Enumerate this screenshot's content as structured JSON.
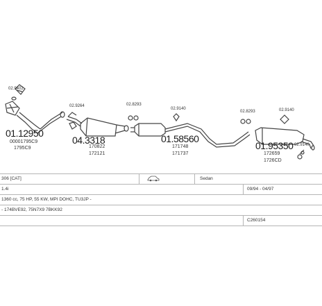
{
  "parts": [
    {
      "number": "01.12950",
      "refs": [
        "00001795C9",
        "1795C9"
      ],
      "clamp": "02.9402"
    },
    {
      "number": "04.3318",
      "refs": [
        "170822",
        "172121"
      ],
      "clamp": "02.9264"
    },
    {
      "number": "01.58560",
      "refs": [
        "171748",
        "171737"
      ],
      "clamps": [
        "02.8293",
        "02.9140"
      ]
    },
    {
      "number": "01.95350",
      "refs": [
        "172659",
        "1726CD"
      ],
      "clamps": [
        "02.8293",
        "02.9140",
        "02.9140"
      ]
    }
  ],
  "vehicle": {
    "model": "306 [CAT]",
    "body_type": "Sedan",
    "engine": "1.4i",
    "period": "09/94 - 04/97",
    "specs": "1360 cc, 75 HP, 55 KW, MPI DOHC, TU3JP -",
    "codes": "- 174BVE92, 75N7X9 7BKK92",
    "catalog_no": "C260154"
  },
  "colors": {
    "line": "#444444",
    "rule": "#b5b5b5",
    "text": "#222222"
  },
  "icons": {
    "vehicle": "car-icon"
  }
}
